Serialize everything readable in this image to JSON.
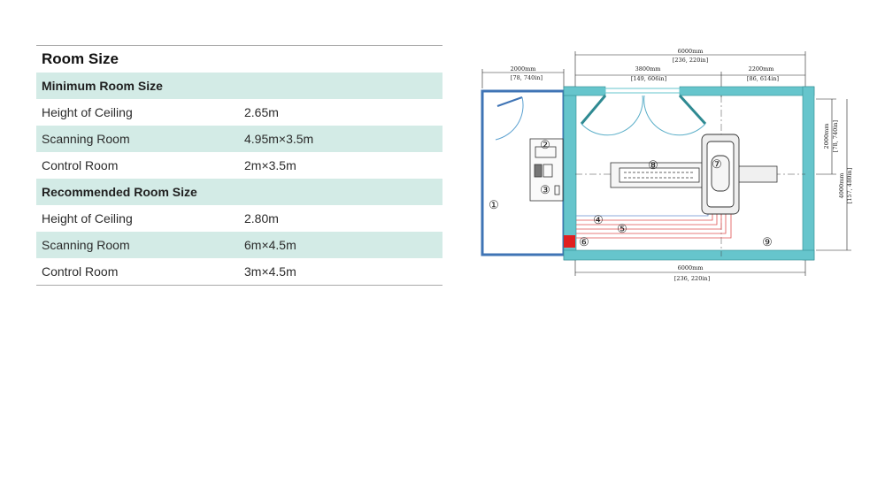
{
  "table": {
    "title": "Room Size",
    "sections": [
      {
        "heading": "Minimum Room Size",
        "rows": [
          {
            "label": "Height of Ceiling",
            "value": "2.65m"
          },
          {
            "label": "Scanning Room",
            "value": "4.95m×3.5m"
          },
          {
            "label": "Control Room",
            "value": "2m×3.5m"
          }
        ]
      },
      {
        "heading": "Recommended Room Size",
        "rows": [
          {
            "label": "Height of Ceiling",
            "value": "2.80m"
          },
          {
            "label": "Scanning Room",
            "value": "6m×4.5m"
          },
          {
            "label": "Control Room",
            "value": "3m×4.5m"
          }
        ]
      }
    ]
  },
  "floorplan": {
    "colors": {
      "wall": "#66c5cc",
      "control_wall": "#3f74b5",
      "marker": "#e02020",
      "cable_red": "#e05050",
      "cable_blue": "#6a8fd0",
      "line": "#222222"
    },
    "dim_top_total": "6000mm",
    "dim_top_total_in": "[236, 220in]",
    "dim_top_control": "2000mm",
    "dim_top_control_in": "[78, 740in]",
    "dim_top_left": "3800mm",
    "dim_top_left_in": "[149, 606in]",
    "dim_top_right": "2200mm",
    "dim_top_right_in": "[86, 614in]",
    "dim_bottom": "6000mm",
    "dim_bottom_in": "[236, 220in]",
    "dim_right_inner": "2000mm",
    "dim_right_inner_in": "[78, 740in]",
    "dim_right_total": "4000mm",
    "dim_right_total_in": "[157, 480in]",
    "markers": [
      "①",
      "②",
      "③",
      "④",
      "⑤",
      "⑥",
      "⑦",
      "⑧",
      "⑨"
    ]
  }
}
